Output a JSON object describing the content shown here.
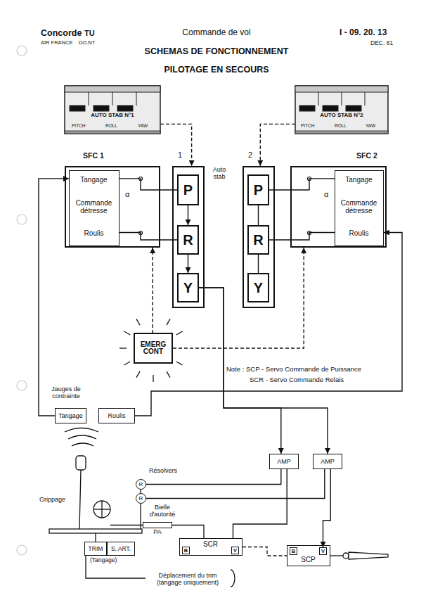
{
  "diagram": {
    "title": "SCHEMAS DE FONCTIONNEMENT",
    "nodes": [
      {
        "text": [
          "AUTO STAB N°1",
          "PITCH",
          "ROLL",
          "YAW"
        ]
      },
      {
        "text": [
          "AUTO STAB N°2",
          "PITCH",
          "ROLL",
          "YAW"
        ]
      },
      {
        "text": [
          "SFC 1",
          "α"
        ]
      },
      {
        "text": [
          "Tangage",
          "Commande détresse",
          "Roulis"
        ],
        "in": 2
      },
      {
        "text": [
          "1"
        ]
      },
      {
        "text": [
          "P"
        ],
        "in": 4
      },
      {
        "text": [
          "R"
        ],
        "in": 4
      },
      {
        "text": [
          "Y"
        ],
        "in": 4
      },
      {
        "text": [
          "2"
        ]
      },
      {
        "text": [
          "P"
        ],
        "in": 8
      },
      {
        "text": [
          "R"
        ],
        "in": 8
      },
      {
        "text": [
          "Y"
        ],
        "in": 8
      },
      {
        "text": [
          "SFC 2",
          "α"
        ]
      },
      {
        "text": [
          "Tangage",
          "Commande détresse",
          "Roulis"
        ],
        "in": 12
      },
      {
        "text": [
          "EMERG CONT"
        ]
      },
      {
        "text": [
          "Tangage"
        ]
      },
      {
        "text": [
          "Roulis"
        ]
      },
      {
        "text": [
          "AMP"
        ]
      },
      {
        "text": [
          "AMP"
        ]
      },
      {
        "text": [
          "R"
        ]
      },
      {
        "text": [
          "R"
        ]
      },
      {
        "text": [
          "PA"
        ]
      },
      {
        "text": [
          "SCR"
        ]
      },
      {
        "text": [
          "B"
        ],
        "in": 22
      },
      {
        "text": [
          "V"
        ],
        "in": 22
      },
      {
        "text": [
          "SCP"
        ]
      },
      {
        "text": [
          "B"
        ],
        "in": 25
      },
      {
        "text": [
          "V"
        ],
        "in": 25
      },
      {
        "text": [
          "TRIM"
        ]
      },
      {
        "text": [
          "S. ART."
        ]
      }
    ],
    "edges": [
      {
        "from": 0,
        "to": 4,
        "arrow": "to"
      },
      {
        "from": 1,
        "to": 8,
        "arrow": "to"
      },
      {
        "from": 3,
        "to": 5,
        "arrow": "none"
      },
      {
        "from": 3,
        "to": 6,
        "arrow": "none"
      },
      {
        "from": 13,
        "to": 9,
        "arrow": "none"
      },
      {
        "from": 13,
        "to": 10,
        "arrow": "none"
      },
      {
        "from": 5,
        "to": 6,
        "arrow": "to"
      },
      {
        "from": 6,
        "to": 7,
        "arrow": "to"
      },
      {
        "from": 9,
        "to": 10,
        "arrow": "none"
      },
      {
        "from": 10,
        "to": 11,
        "arrow": "none"
      },
      {
        "from": 7,
        "to": 17,
        "arrow": "to"
      },
      {
        "from": 7,
        "to": 18,
        "arrow": "to"
      },
      {
        "from": 14,
        "to": 2,
        "arrow": "to"
      },
      {
        "from": 14,
        "to": 12,
        "arrow": "to"
      },
      {
        "from": 15,
        "to": 3,
        "arrow": "to"
      },
      {
        "from": 16,
        "to": 13,
        "arrow": "to"
      },
      {
        "from": 19,
        "to": 17,
        "arrow": "none"
      },
      {
        "from": 20,
        "to": 18,
        "arrow": "none"
      },
      {
        "from": 17,
        "to": 22,
        "arrow": "none"
      },
      {
        "from": 18,
        "to": 27,
        "arrow": "to"
      },
      {
        "from": 22,
        "to": 25,
        "arrow": "none"
      }
    ],
    "labels": [
      "Concorde",
      "TU",
      "AIR FRANCE",
      "DO.NT",
      "Commande de vol",
      "I - 09. 20. 13",
      "DEC. 81",
      "PILOTAGE EN SECOURS",
      "Auto stab",
      "Note : SCP - Servo Commande de Puissance",
      "SCR - Servo Commande Relais",
      "Jauges de contrainte",
      "Grippage",
      "Résolvers",
      "Bielle d'autorité",
      "(Tangage)",
      "Déplacement du trim (tangage uniquement)"
    ]
  }
}
